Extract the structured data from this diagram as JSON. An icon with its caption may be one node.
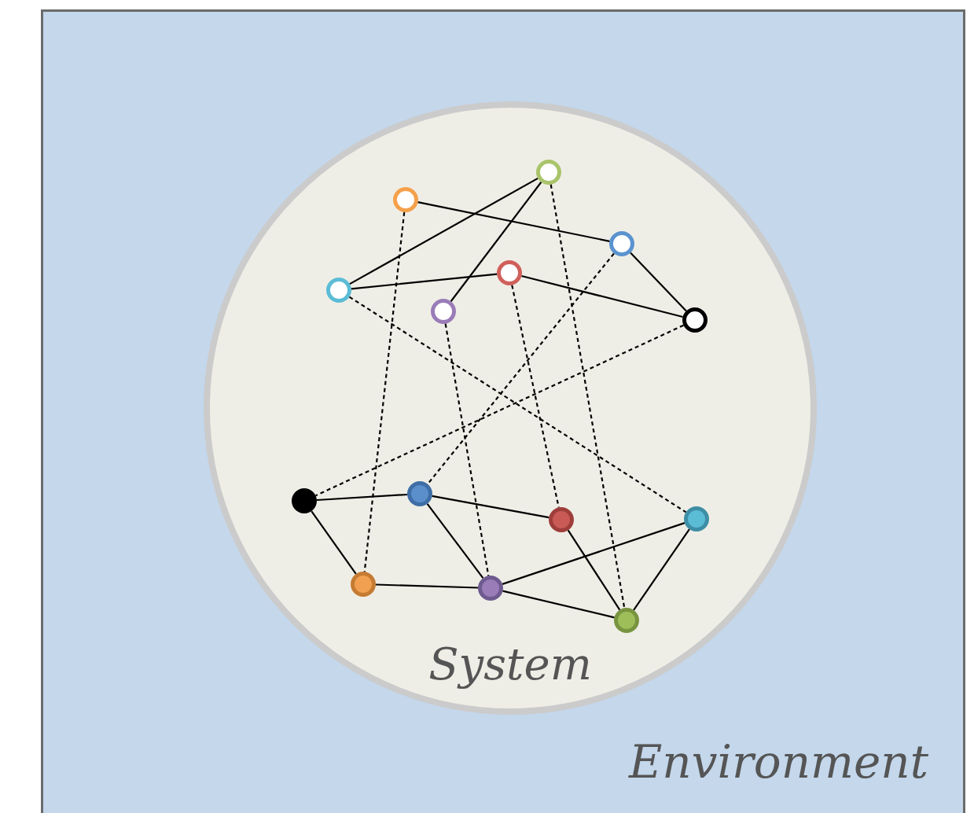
{
  "diagram": {
    "nodes": [
      {
        "text": [
          "Environment"
        ]
      },
      {
        "text": [
          "System"
        ],
        "in": 0
      },
      {
        "text": [],
        "shape": "circle",
        "in": 1
      },
      {
        "text": [],
        "shape": "circle",
        "in": 1
      },
      {
        "text": [],
        "shape": "circle",
        "in": 1
      },
      {
        "text": [],
        "shape": "circle",
        "in": 1
      },
      {
        "text": [],
        "shape": "circle",
        "in": 1
      },
      {
        "text": [],
        "shape": "circle",
        "in": 1
      },
      {
        "text": [],
        "shape": "circle",
        "in": 1
      },
      {
        "text": [],
        "shape": "circle",
        "in": 1
      },
      {
        "text": [],
        "shape": "circle",
        "in": 1
      },
      {
        "text": [],
        "shape": "circle",
        "in": 1
      },
      {
        "text": [],
        "shape": "circle",
        "in": 1
      },
      {
        "text": [],
        "shape": "circle",
        "in": 1
      },
      {
        "text": [],
        "shape": "circle",
        "in": 1
      },
      {
        "text": [],
        "shape": "circle",
        "in": 1
      }
    ],
    "edges": [
      {
        "from": 3,
        "to": 4,
        "arrow": "none"
      },
      {
        "from": 2,
        "to": 6,
        "arrow": "none"
      },
      {
        "from": 2,
        "to": 7,
        "arrow": "none"
      },
      {
        "from": 6,
        "to": 5,
        "arrow": "none"
      },
      {
        "from": 5,
        "to": 8,
        "arrow": "none"
      },
      {
        "from": 4,
        "to": 8,
        "arrow": "none"
      },
      {
        "from": 10,
        "to": 9,
        "arrow": "none"
      },
      {
        "from": 9,
        "to": 12,
        "arrow": "none"
      },
      {
        "from": 10,
        "to": 13,
        "arrow": "none"
      },
      {
        "from": 9,
        "to": 14,
        "arrow": "none"
      },
      {
        "from": 13,
        "to": 14,
        "arrow": "none"
      },
      {
        "from": 14,
        "to": 11,
        "arrow": "none"
      },
      {
        "from": 14,
        "to": 15,
        "arrow": "none"
      },
      {
        "from": 12,
        "to": 15,
        "arrow": "none"
      },
      {
        "from": 11,
        "to": 15,
        "arrow": "none"
      },
      {
        "from": 3,
        "to": 13,
        "arrow": "none",
        "style": "dashed"
      },
      {
        "from": 2,
        "to": 15,
        "arrow": "none",
        "style": "dashed"
      },
      {
        "from": 4,
        "to": 9,
        "arrow": "none",
        "style": "dashed"
      },
      {
        "from": 5,
        "to": 12,
        "arrow": "none",
        "style": "dashed"
      },
      {
        "from": 6,
        "to": 11,
        "arrow": "none",
        "style": "dashed"
      },
      {
        "from": 7,
        "to": 14,
        "arrow": "none",
        "style": "dashed"
      },
      {
        "from": 8,
        "to": 10,
        "arrow": "none",
        "style": "dashed"
      }
    ]
  }
}
